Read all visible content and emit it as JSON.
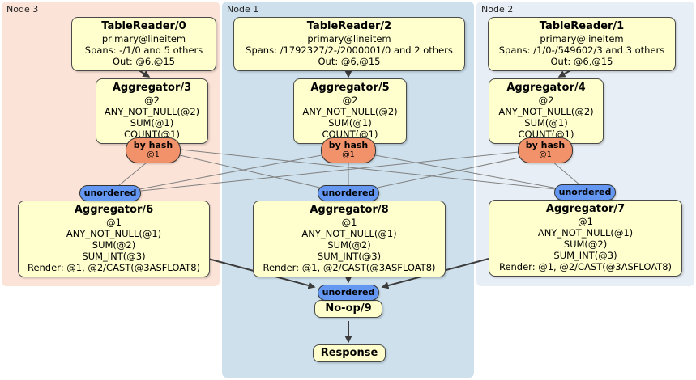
{
  "regions": [
    {
      "label": "Node 3"
    },
    {
      "label": "Node 1"
    },
    {
      "label": "Node 2"
    }
  ],
  "processors": {
    "tableReader0": {
      "title": "TableReader/0",
      "lines": [
        "primary@lineitem",
        "Spans: -/1/0 and 5 others",
        "Out: @6,@15"
      ]
    },
    "tableReader2": {
      "title": "TableReader/2",
      "lines": [
        "primary@lineitem",
        "Spans: /1792327/2-/2000001/0 and 2 others",
        "Out: @6,@15"
      ]
    },
    "tableReader1": {
      "title": "TableReader/1",
      "lines": [
        "primary@lineitem",
        "Spans: /1/0-/549602/3 and 3 others",
        "Out: @6,@15"
      ]
    },
    "aggregator3": {
      "title": "Aggregator/3",
      "lines": [
        "@2",
        "ANY_NOT_NULL(@2)",
        "SUM(@1)",
        "COUNT(@1)"
      ]
    },
    "aggregator5": {
      "title": "Aggregator/5",
      "lines": [
        "@2",
        "ANY_NOT_NULL(@2)",
        "SUM(@1)",
        "COUNT(@1)"
      ]
    },
    "aggregator4": {
      "title": "Aggregator/4",
      "lines": [
        "@2",
        "ANY_NOT_NULL(@2)",
        "SUM(@1)",
        "COUNT(@1)"
      ]
    },
    "aggregator6": {
      "title": "Aggregator/6",
      "lines": [
        "@1",
        "ANY_NOT_NULL(@1)",
        "SUM(@2)",
        "SUM_INT(@3)",
        "Render: @1, @2/CAST(@3ASFLOAT8)"
      ]
    },
    "aggregator8": {
      "title": "Aggregator/8",
      "lines": [
        "@1",
        "ANY_NOT_NULL(@1)",
        "SUM(@2)",
        "SUM_INT(@3)",
        "Render: @1, @2/CAST(@3ASFLOAT8)"
      ]
    },
    "aggregator7": {
      "title": "Aggregator/7",
      "lines": [
        "@1",
        "ANY_NOT_NULL(@1)",
        "SUM(@2)",
        "SUM_INT(@3)",
        "Render: @1, @2/CAST(@3ASFLOAT8)"
      ]
    },
    "noop9": {
      "title": "No-op/9"
    },
    "response": {
      "title": "Response"
    }
  },
  "routers": {
    "by_hash": {
      "label": "by hash",
      "key": "@1"
    },
    "unordered": {
      "label": "unordered"
    }
  },
  "colors": {
    "region_node3_bg": "#fce3d7",
    "region_node1_bg": "#cde0ec",
    "region_node2_bg": "#e8eef5",
    "processor_bg": "#feffcc",
    "processor_border": "#4a4a4a",
    "router_hash_bg": "#f2926a",
    "router_unordered_bg": "#6397f2",
    "edge_thin": "#808080",
    "edge_thick": "#3c3c3c"
  }
}
